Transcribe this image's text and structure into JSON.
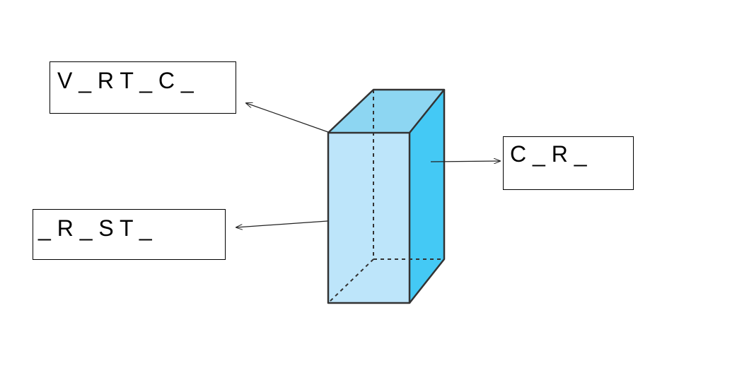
{
  "labels": {
    "vertex": "V _ R T _ C _",
    "edge": "_ R _ S T _",
    "face": "C _ R _"
  },
  "colors": {
    "front_face": "#bde5fa",
    "top_face": "#8dd6f2",
    "side_face": "#44c9f5",
    "edges": "#333333",
    "arrows": "#222222"
  }
}
